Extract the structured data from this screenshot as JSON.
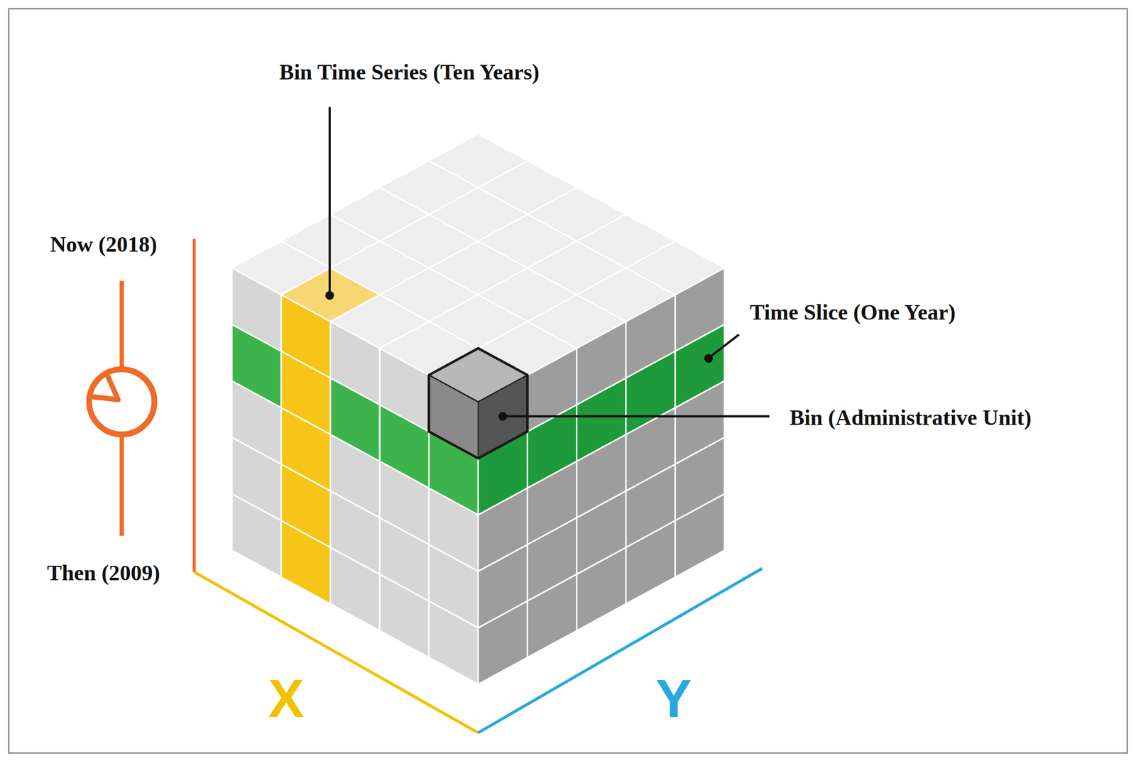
{
  "diagram": {
    "labels": [
      "Bin Time Series (Ten Years)",
      "Now (2018)",
      "Time Slice (One Year)",
      "Bin (Administrative Unit)",
      "Then (2009)",
      "X",
      "Y"
    ]
  }
}
